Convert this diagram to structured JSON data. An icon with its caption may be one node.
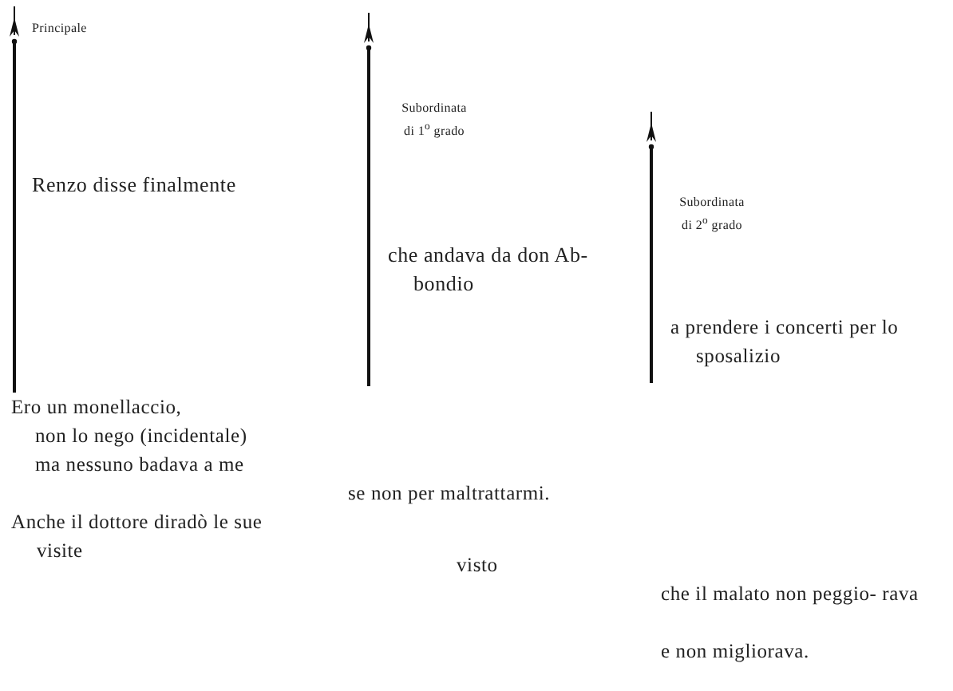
{
  "diagram": {
    "labels": [
      "Principale",
      "Renzo disse finalmente",
      "Subordinata di 1$^{o}$ grado",
      "che andava da don Ab- bondio",
      "Subordinata di 2$^{o}$ grado",
      "a prendere i concerti per lo sposalizio",
      "Ero un monellaccio,",
      "non lo nego (incidentale)",
      "ma nessuno badava a me",
      "se non per maltrattarmi.",
      "Anche il dottore diradò le sue visite",
      "visto",
      "che il malato non peggio- rava",
      "e non migliorava."
    ]
  }
}
